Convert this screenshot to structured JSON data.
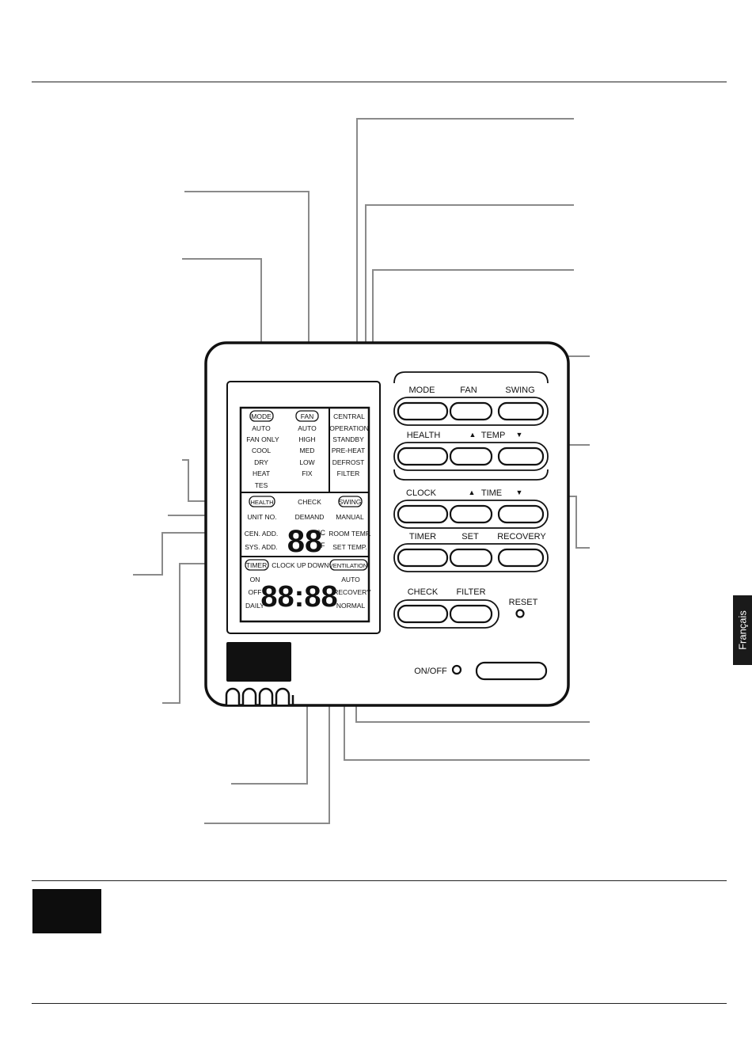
{
  "side_tab": "Français",
  "lcd": {
    "mode": {
      "header": "MODE",
      "items": [
        "AUTO",
        "FAN ONLY",
        "COOL",
        "DRY",
        "HEAT",
        "TES"
      ]
    },
    "fan": {
      "header": "FAN",
      "items": [
        "AUTO",
        "HIGH",
        "MED",
        "LOW",
        "FIX"
      ]
    },
    "status": [
      "CENTRAL",
      "OPERATION",
      "STANDBY",
      "PRE-HEAT",
      "DEFROST",
      "FILTER"
    ],
    "health": "HEALTH",
    "check": "CHECK",
    "demand": "DEMAND",
    "swing": "SWING",
    "manual": "MANUAL",
    "unit_no": "UNIT NO.",
    "cen_add": "CEN. ADD.",
    "sys_add": "SYS. ADD.",
    "room_temp": "ROOM TEMP.",
    "set_temp": "SET TEMP.",
    "temp_digits": "88",
    "unit_c": "°C",
    "unit_f": "°F",
    "timer": "TIMER",
    "clock_up": "CLOCK UP",
    "down": "DOWN",
    "ventilation": "VENTILATION",
    "on": "ON",
    "off": "OFF",
    "daily": "DAILY",
    "clock_digits": "88:88",
    "vent_items": [
      "AUTO",
      "RECOVERY",
      "NORMAL"
    ]
  },
  "buttons": {
    "row1": [
      "MODE",
      "FAN",
      "SWING"
    ],
    "row2": [
      "HEALTH",
      "▲",
      "TEMP",
      "▼"
    ],
    "row3": [
      "CLOCK",
      "▲",
      "TIME",
      "▼"
    ],
    "row4": [
      "TIMER",
      "SET",
      "RECOVERY"
    ],
    "row5": [
      "CHECK",
      "FILTER"
    ],
    "reset": "RESET",
    "onoff": "ON/OFF"
  }
}
